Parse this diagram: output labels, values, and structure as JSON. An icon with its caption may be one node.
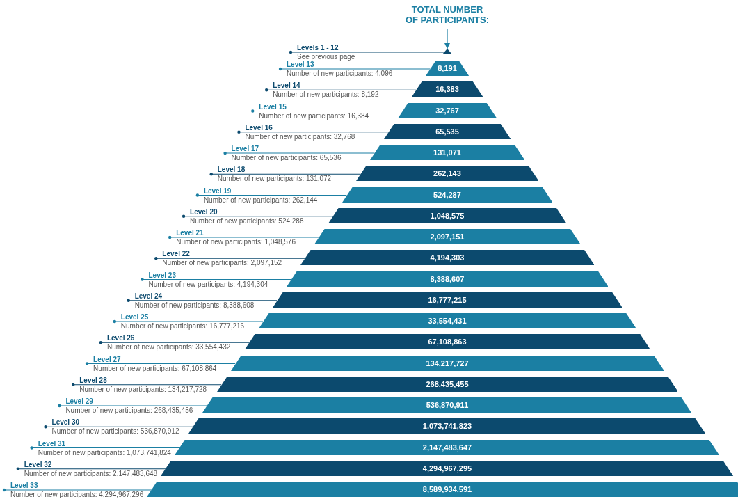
{
  "diagram": {
    "title": "TOTAL NUMBER OF PARTICIPANTS:",
    "nodes": [
      {
        "text": [],
        "shape": "triangle"
      },
      {
        "text": [
          "Levels 1 - 12",
          "See previous page"
        ]
      },
      {
        "text": [
          "Level 13",
          "Number of new participants: 4,096"
        ]
      },
      {
        "text": [
          "8,191"
        ]
      },
      {
        "text": [
          "Level 14",
          "Number of new participants: 8,192"
        ]
      },
      {
        "text": [
          "16,383"
        ]
      },
      {
        "text": [
          "Level 15",
          "Number of new participants: 16,384"
        ]
      },
      {
        "text": [
          "32,767"
        ]
      },
      {
        "text": [
          "Level 16",
          "Number of new participants: 32,768"
        ]
      },
      {
        "text": [
          "65,535"
        ]
      },
      {
        "text": [
          "Level 17",
          "Number of new participants: 65,536"
        ]
      },
      {
        "text": [
          "131,071"
        ]
      },
      {
        "text": [
          "Level 18",
          "Number of new participants: 131,072"
        ]
      },
      {
        "text": [
          "262,143"
        ]
      },
      {
        "text": [
          "Level 19",
          "Number of new participants: 262,144"
        ]
      },
      {
        "text": [
          "524,287"
        ]
      },
      {
        "text": [
          "Level 20",
          "Number of new participants: 524,288"
        ]
      },
      {
        "text": [
          "1,048,575"
        ]
      },
      {
        "text": [
          "Level 21",
          "Number of new participants: 1,048,576"
        ]
      },
      {
        "text": [
          "2,097,151"
        ]
      },
      {
        "text": [
          "Level 22",
          "Number of new participants: 2,097,152"
        ]
      },
      {
        "text": [
          "4,194,303"
        ]
      },
      {
        "text": [
          "Level 23",
          "Number of new participants: 4,194,304"
        ]
      },
      {
        "text": [
          "8,388,607"
        ]
      },
      {
        "text": [
          "Level 24",
          "Number of new participants: 8,388,608"
        ]
      },
      {
        "text": [
          "16,777,215"
        ]
      },
      {
        "text": [
          "Level 25",
          "Number of new participants: 16,777,216"
        ]
      },
      {
        "text": [
          "33,554,431"
        ]
      },
      {
        "text": [
          "Level 26",
          "Number of new participants: 33,554,432"
        ]
      },
      {
        "text": [
          "67,108,863"
        ]
      },
      {
        "text": [
          "Level 27",
          "Number of new participants: 67,108,864"
        ]
      },
      {
        "text": [
          "134,217,727"
        ]
      },
      {
        "text": [
          "Level 28",
          "Number of new participants: 134,217,728"
        ]
      },
      {
        "text": [
          "268,435,455"
        ]
      },
      {
        "text": [
          "Level 29",
          "Number of new participants: 268,435,456"
        ]
      },
      {
        "text": [
          "536,870,911"
        ]
      },
      {
        "text": [
          "Level 30",
          "Number of new participants: 536,870,912"
        ]
      },
      {
        "text": [
          "1,073,741,823"
        ]
      },
      {
        "text": [
          "Level 31",
          "Number of new participants: 1,073,741,824"
        ]
      },
      {
        "text": [
          "2,147,483,647"
        ]
      },
      {
        "text": [
          "Level 32",
          "Number of new participants: 2,147,483,648"
        ]
      },
      {
        "text": [
          "4,294,967,295"
        ]
      },
      {
        "text": [
          "Level 33",
          "Number of new participants: 4,294,967,296"
        ]
      },
      {
        "text": [
          "8,589,934,591"
        ]
      }
    ],
    "edges": [
      {
        "from": null,
        "to": 0,
        "arrow": "to"
      },
      {
        "from": 1,
        "to": 0,
        "arrow": "other",
        "color": "#0c4a6e"
      },
      {
        "from": 2,
        "to": 3,
        "arrow": "other"
      },
      {
        "from": 4,
        "to": 5,
        "arrow": "other",
        "color": "#0c4a6e"
      },
      {
        "from": 6,
        "to": 7,
        "arrow": "other"
      },
      {
        "from": 8,
        "to": 9,
        "arrow": "other",
        "color": "#0c4a6e"
      },
      {
        "from": 10,
        "to": 11,
        "arrow": "other"
      },
      {
        "from": 12,
        "to": 13,
        "arrow": "other",
        "color": "#0c4a6e"
      },
      {
        "from": 14,
        "to": 15,
        "arrow": "other"
      },
      {
        "from": 16,
        "to": 17,
        "arrow": "other",
        "color": "#0c4a6e"
      },
      {
        "from": 18,
        "to": 19,
        "arrow": "other"
      },
      {
        "from": 20,
        "to": 21,
        "arrow": "other",
        "color": "#0c4a6e"
      },
      {
        "from": 22,
        "to": 23,
        "arrow": "other"
      },
      {
        "from": 24,
        "to": 25,
        "arrow": "other",
        "color": "#0c4a6e"
      },
      {
        "from": 26,
        "to": 27,
        "arrow": "other"
      },
      {
        "from": 28,
        "to": 29,
        "arrow": "other",
        "color": "#0c4a6e"
      },
      {
        "from": 30,
        "to": 31,
        "arrow": "other"
      },
      {
        "from": 32,
        "to": 33,
        "arrow": "other",
        "color": "#0c4a6e"
      },
      {
        "from": 34,
        "to": 35,
        "arrow": "other"
      },
      {
        "from": 36,
        "to": 37,
        "arrow": "other",
        "color": "#0c4a6e"
      },
      {
        "from": 38,
        "to": 39,
        "arrow": "other"
      },
      {
        "from": 40,
        "to": 41,
        "arrow": "other",
        "color": "#0c4a6e"
      },
      {
        "from": 42,
        "to": 43,
        "arrow": "other"
      }
    ]
  }
}
